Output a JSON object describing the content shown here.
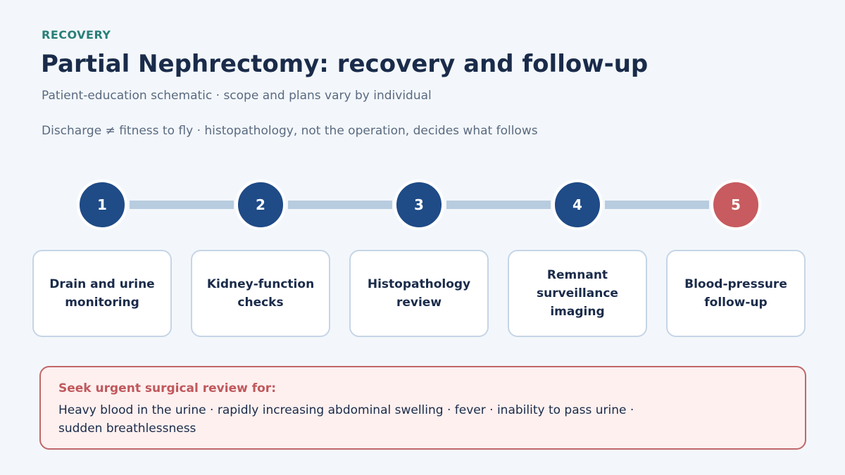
{
  "header": {
    "eyebrow": "RECOVERY",
    "title": "Partial Nephrectomy: recovery and follow-up",
    "subtitle": "Patient-education schematic · scope and plans vary by individual",
    "note": "Discharge ≠ fitness to fly · histopathology, not the operation, decides what follows"
  },
  "steps": [
    {
      "number": "1",
      "label": "Drain and urine monitoring",
      "color": "#1f4b87"
    },
    {
      "number": "2",
      "label": "Kidney-function checks",
      "color": "#1f4b87"
    },
    {
      "number": "3",
      "label": "Histopathology review",
      "color": "#1f4b87"
    },
    {
      "number": "4",
      "label": "Remnant surveillance imaging",
      "color": "#1f4b87"
    },
    {
      "number": "5",
      "label": "Blood-pressure follow-up",
      "color": "#c75b5f"
    }
  ],
  "warning": {
    "title": "Seek urgent surgical review for:",
    "text": "Heavy blood in the urine · rapidly increasing abdominal swelling · fever · inability to pass urine · sudden breathlessness"
  }
}
